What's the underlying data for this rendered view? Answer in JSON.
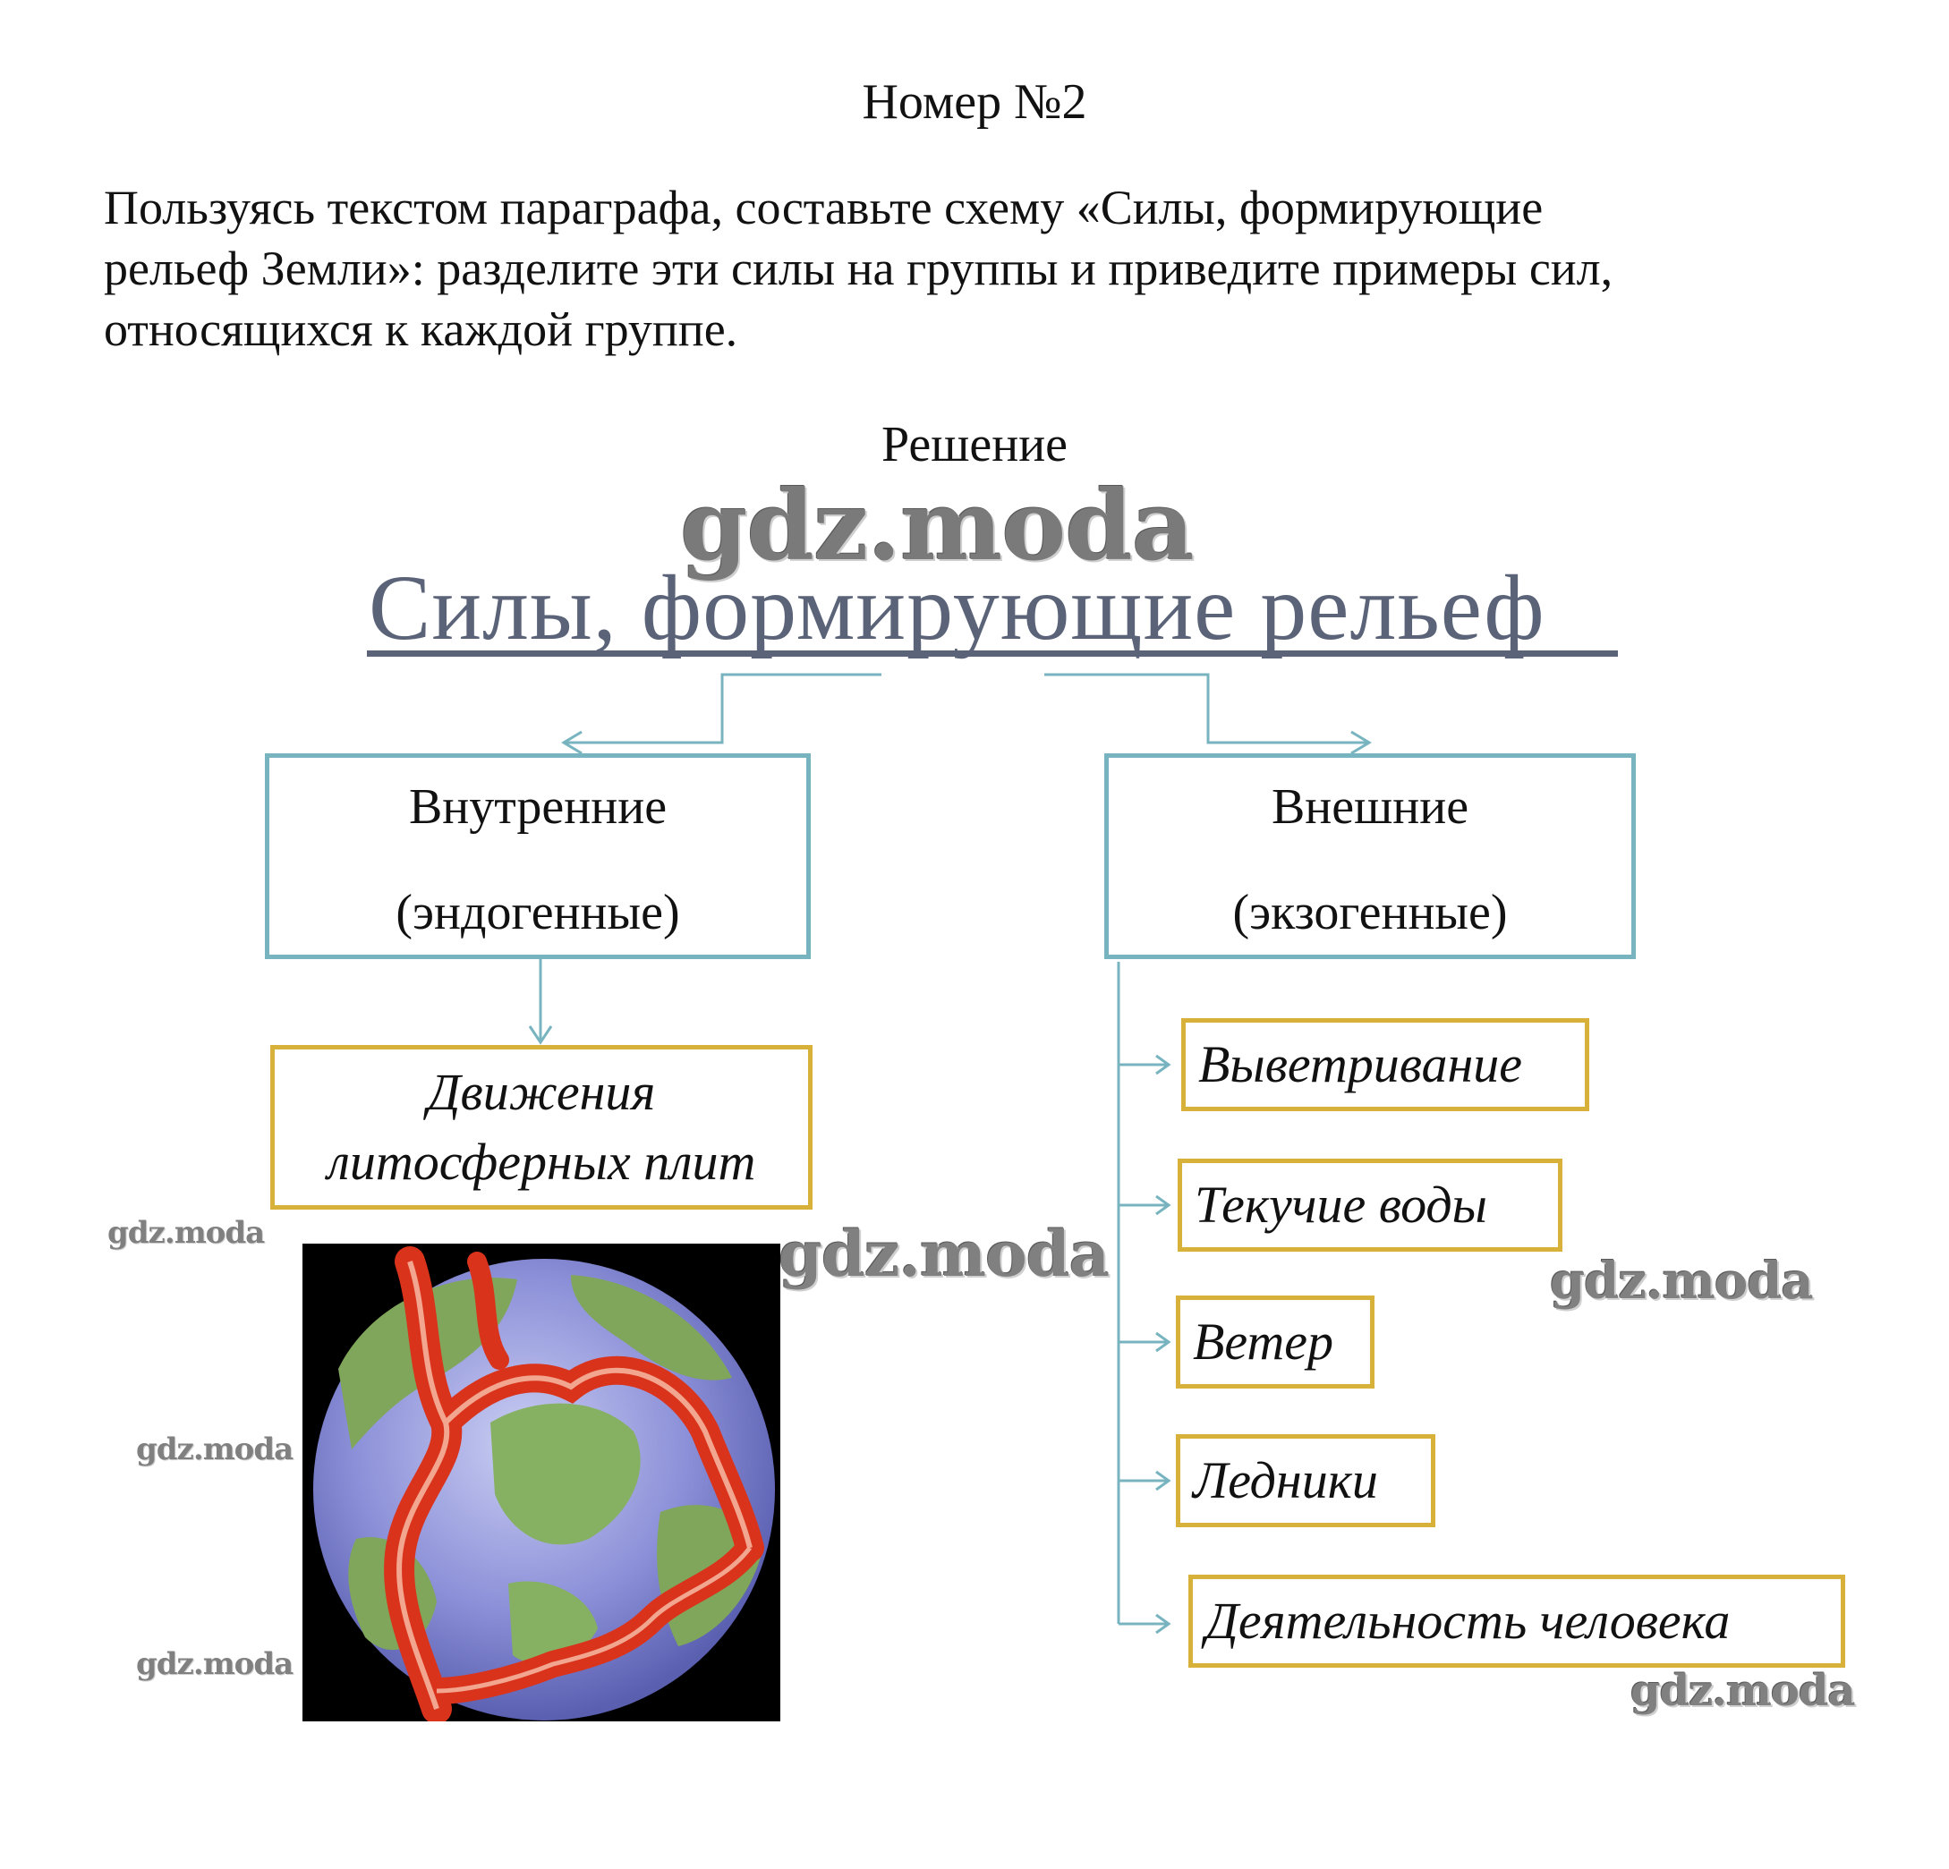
{
  "header": {
    "title": "Номер №2",
    "task_lines": [
      "Пользуясь текстом параграфа, составьте схему «Силы, формирующие",
      "рельеф Земли»: разделите эти силы на группы и приведите примеры сил,",
      "относящихся к каждой группе."
    ],
    "solution_label": "Решение"
  },
  "diagram": {
    "title": "Силы, формирующие  рельеф",
    "internal": {
      "line1": "Внутренние",
      "line2": "(эндогенные)",
      "examples": [
        "Движения",
        "литосферных плит"
      ]
    },
    "external": {
      "line1": "Внешние",
      "line2": "(экзогенные)",
      "examples": [
        "Выветривание",
        "Текучие воды",
        "Ветер",
        "Ледники",
        "Деятельность человека"
      ]
    },
    "colors": {
      "category_border": "#78b4c0",
      "example_border": "#d8b13a",
      "title": "#5a6378",
      "connector": "#78b4c0"
    }
  },
  "image": {
    "icon": "earth-lithospheric-plates-globe"
  },
  "watermarks": {
    "text": "gdz.moda"
  }
}
